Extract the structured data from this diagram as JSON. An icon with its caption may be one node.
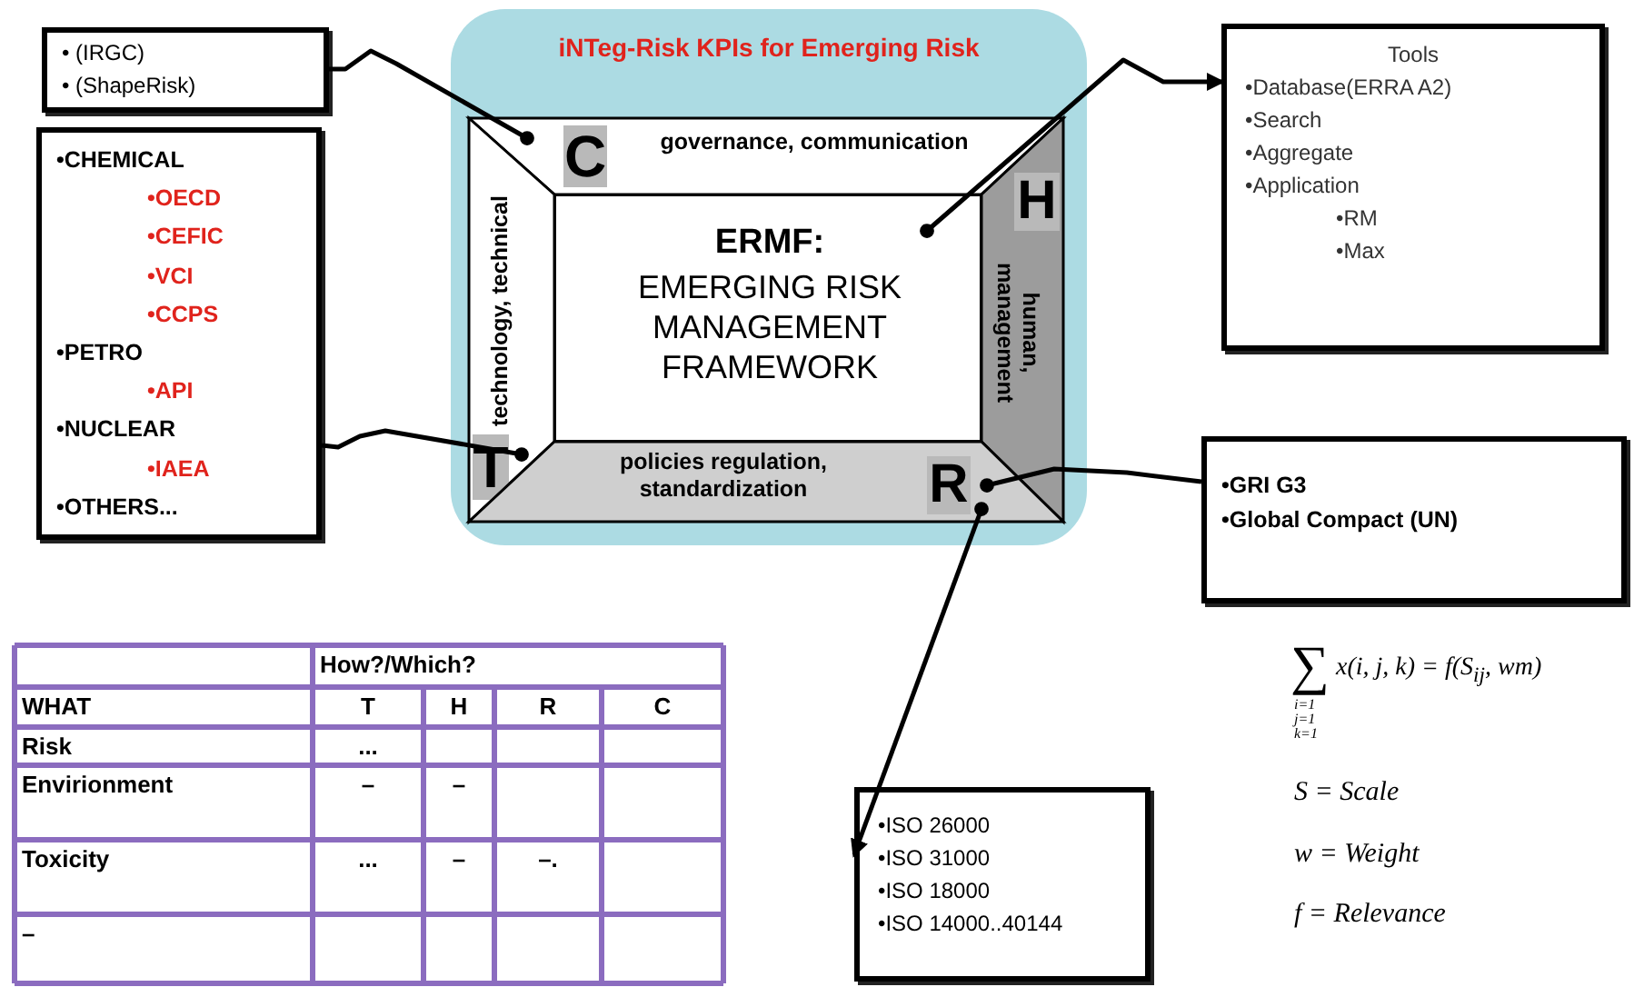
{
  "diagram": {
    "nodes": [
      {
        "text": [
          "iNTeg-Risk KPIs for Emerging Risk"
        ]
      },
      {
        "text": [
          "C",
          "governance, communication"
        ],
        "in": 0
      },
      {
        "text": [
          "T",
          "technology, technical"
        ],
        "in": 0
      },
      {
        "text": [
          "H",
          "human, management"
        ],
        "in": 0
      },
      {
        "text": [
          "policies regulation, standardization",
          "R"
        ],
        "in": 0
      },
      {
        "text": [
          "ERMF:",
          "EMERGING RISK MANAGEMENT FRAMEWORK"
        ],
        "in": 0
      },
      {
        "text": [
          "• (IRGC)",
          "• (ShapeRisk)"
        ]
      },
      {
        "text": [
          "•CHEMICAL",
          "•OECD",
          "•CEFIC",
          "•VCI",
          "•CCPS",
          "•PETRO",
          "•API",
          "•NUCLEAR",
          "•IAEA",
          "•OTHERS..."
        ]
      },
      {
        "text": [
          "Tools",
          "•Database(ERRA A2)",
          "•Search",
          "•Aggregate",
          "•Application",
          "•RM",
          "•Max"
        ]
      },
      {
        "text": [
          "•GRI G3",
          "•Global Compact (UN)"
        ]
      },
      {
        "text": [
          "•ISO 26000",
          "•ISO 31000",
          "•ISO 18000",
          "•ISO 14000..40144"
        ]
      }
    ],
    "edges": [
      {
        "from": 1,
        "to": 6,
        "arrow": "other"
      },
      {
        "from": 2,
        "to": 7,
        "arrow": "other"
      },
      {
        "from": 5,
        "to": 8,
        "arrow": "to"
      },
      {
        "from": 4,
        "to": 9,
        "arrow": "other"
      },
      {
        "from": 4,
        "to": 10,
        "arrow": "to"
      }
    ],
    "labels": [
      "How?/Which?",
      "WHAT",
      "T",
      "H",
      "R",
      "C",
      "Risk",
      "...",
      "Envirionment",
      "–",
      "–",
      "Toxicity",
      "...",
      "–",
      "–.",
      "–",
      "∑",
      "x(i, j, k) = f(S$_{ij}$, wm)",
      "i=1 j=1 k=1",
      "S = Scale",
      "w = Weight",
      "f = Relevance"
    ]
  }
}
